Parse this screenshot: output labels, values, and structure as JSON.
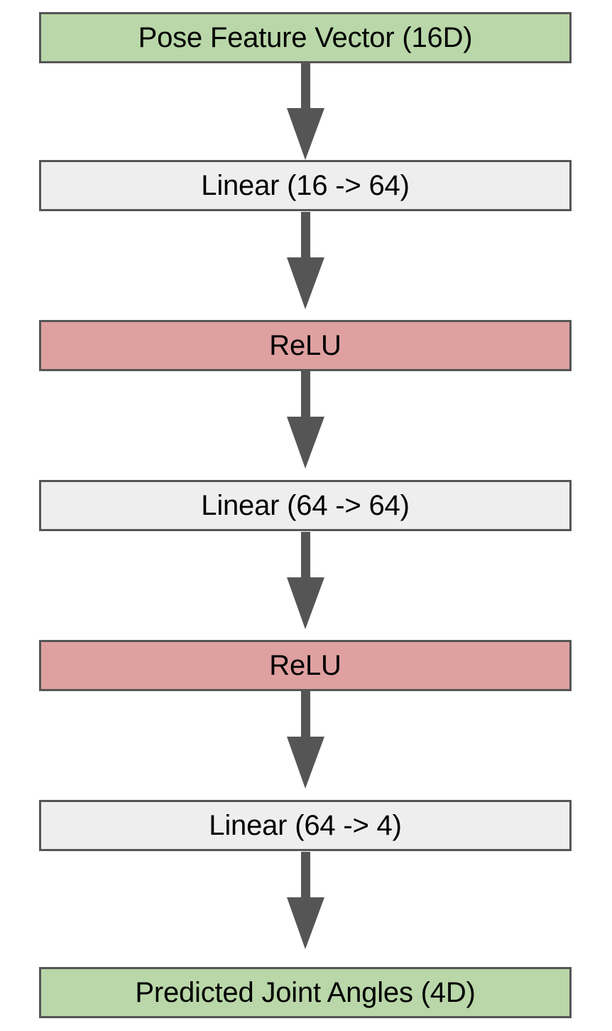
{
  "diagram": {
    "title": "Neural network architecture flowchart",
    "orientation": "top-to-bottom",
    "colors": {
      "io_node_fill": "#b9d7a8",
      "layer_node_fill": "#eeeeee",
      "activation_node_fill": "#dfa0a0",
      "node_border": "#555555",
      "arrow": "#555555",
      "background": "#ffffff",
      "text": "#000000"
    },
    "nodes": [
      {
        "id": "input",
        "label": "Pose Feature Vector (16D)",
        "type": "io",
        "fill": "#b9d7a8"
      },
      {
        "id": "linear1",
        "label": "Linear (16 -> 64)",
        "type": "layer",
        "fill": "#eeeeee"
      },
      {
        "id": "relu1",
        "label": "ReLU",
        "type": "activation",
        "fill": "#dfa0a0"
      },
      {
        "id": "linear2",
        "label": "Linear (64 -> 64)",
        "type": "layer",
        "fill": "#eeeeee"
      },
      {
        "id": "relu2",
        "label": "ReLU",
        "type": "activation",
        "fill": "#dfa0a0"
      },
      {
        "id": "linear3",
        "label": "Linear (64 -> 4)",
        "type": "layer",
        "fill": "#eeeeee"
      },
      {
        "id": "output",
        "label": "Predicted Joint Angles (4D)",
        "type": "io",
        "fill": "#b9d7a8"
      }
    ],
    "edges": [
      {
        "from": "input",
        "to": "linear1",
        "label": ""
      },
      {
        "from": "linear1",
        "to": "relu1",
        "label": ""
      },
      {
        "from": "relu1",
        "to": "linear2",
        "label": ""
      },
      {
        "from": "linear2",
        "to": "relu2",
        "label": ""
      },
      {
        "from": "relu2",
        "to": "linear3",
        "label": ""
      },
      {
        "from": "linear3",
        "to": "output",
        "label": ""
      }
    ]
  }
}
